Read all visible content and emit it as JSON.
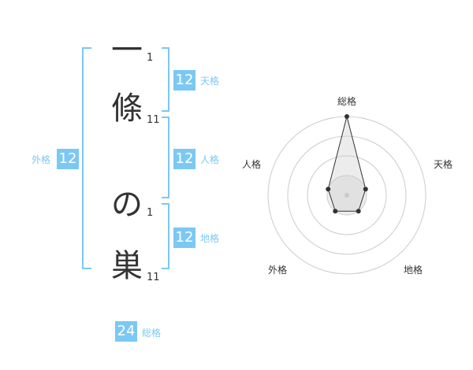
{
  "name": {
    "characters": [
      {
        "char": "一",
        "strokes": "1"
      },
      {
        "char": "條",
        "strokes": "11"
      },
      {
        "char": "の",
        "strokes": "1"
      },
      {
        "char": "巣",
        "strokes": "11"
      }
    ]
  },
  "fortune": {
    "tenkaku": {
      "label": "天格",
      "value": "12"
    },
    "jinkaku": {
      "label": "人格",
      "value": "12"
    },
    "chikaku": {
      "label": "地格",
      "value": "12"
    },
    "gaikaku": {
      "label": "外格",
      "value": "12"
    },
    "soukaku": {
      "label": "総格",
      "value": "24"
    }
  },
  "colors": {
    "accent": "#7cc8f4",
    "text": "#333333"
  },
  "chart_data": {
    "type": "radar",
    "axes": [
      "総格",
      "天格",
      "地格",
      "外格",
      "人格"
    ],
    "rings": 4,
    "values": [
      4,
      1,
      1,
      1,
      1
    ],
    "max": 4
  }
}
